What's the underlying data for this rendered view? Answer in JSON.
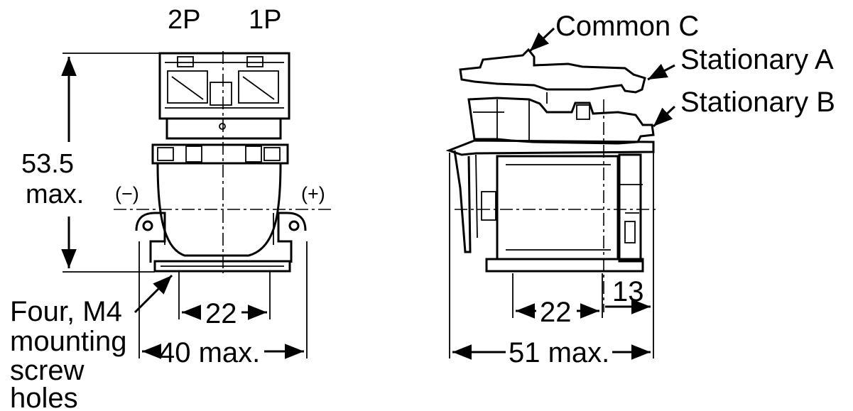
{
  "front_view": {
    "pole_labels": [
      "2P",
      "1P"
    ],
    "height_value": "53.5",
    "height_suffix": "max.",
    "minus_label": "(−)",
    "plus_label": "(+)",
    "hole_spacing": "22",
    "width": "40 max.",
    "mounting_note": [
      "Four, M4",
      "mounting",
      "screw",
      "holes"
    ]
  },
  "side_view": {
    "terminal_labels": [
      "Common C",
      "Stationary A",
      "Stationary B"
    ],
    "hole_spacing": "22",
    "offset": "13",
    "depth": "51 max."
  }
}
